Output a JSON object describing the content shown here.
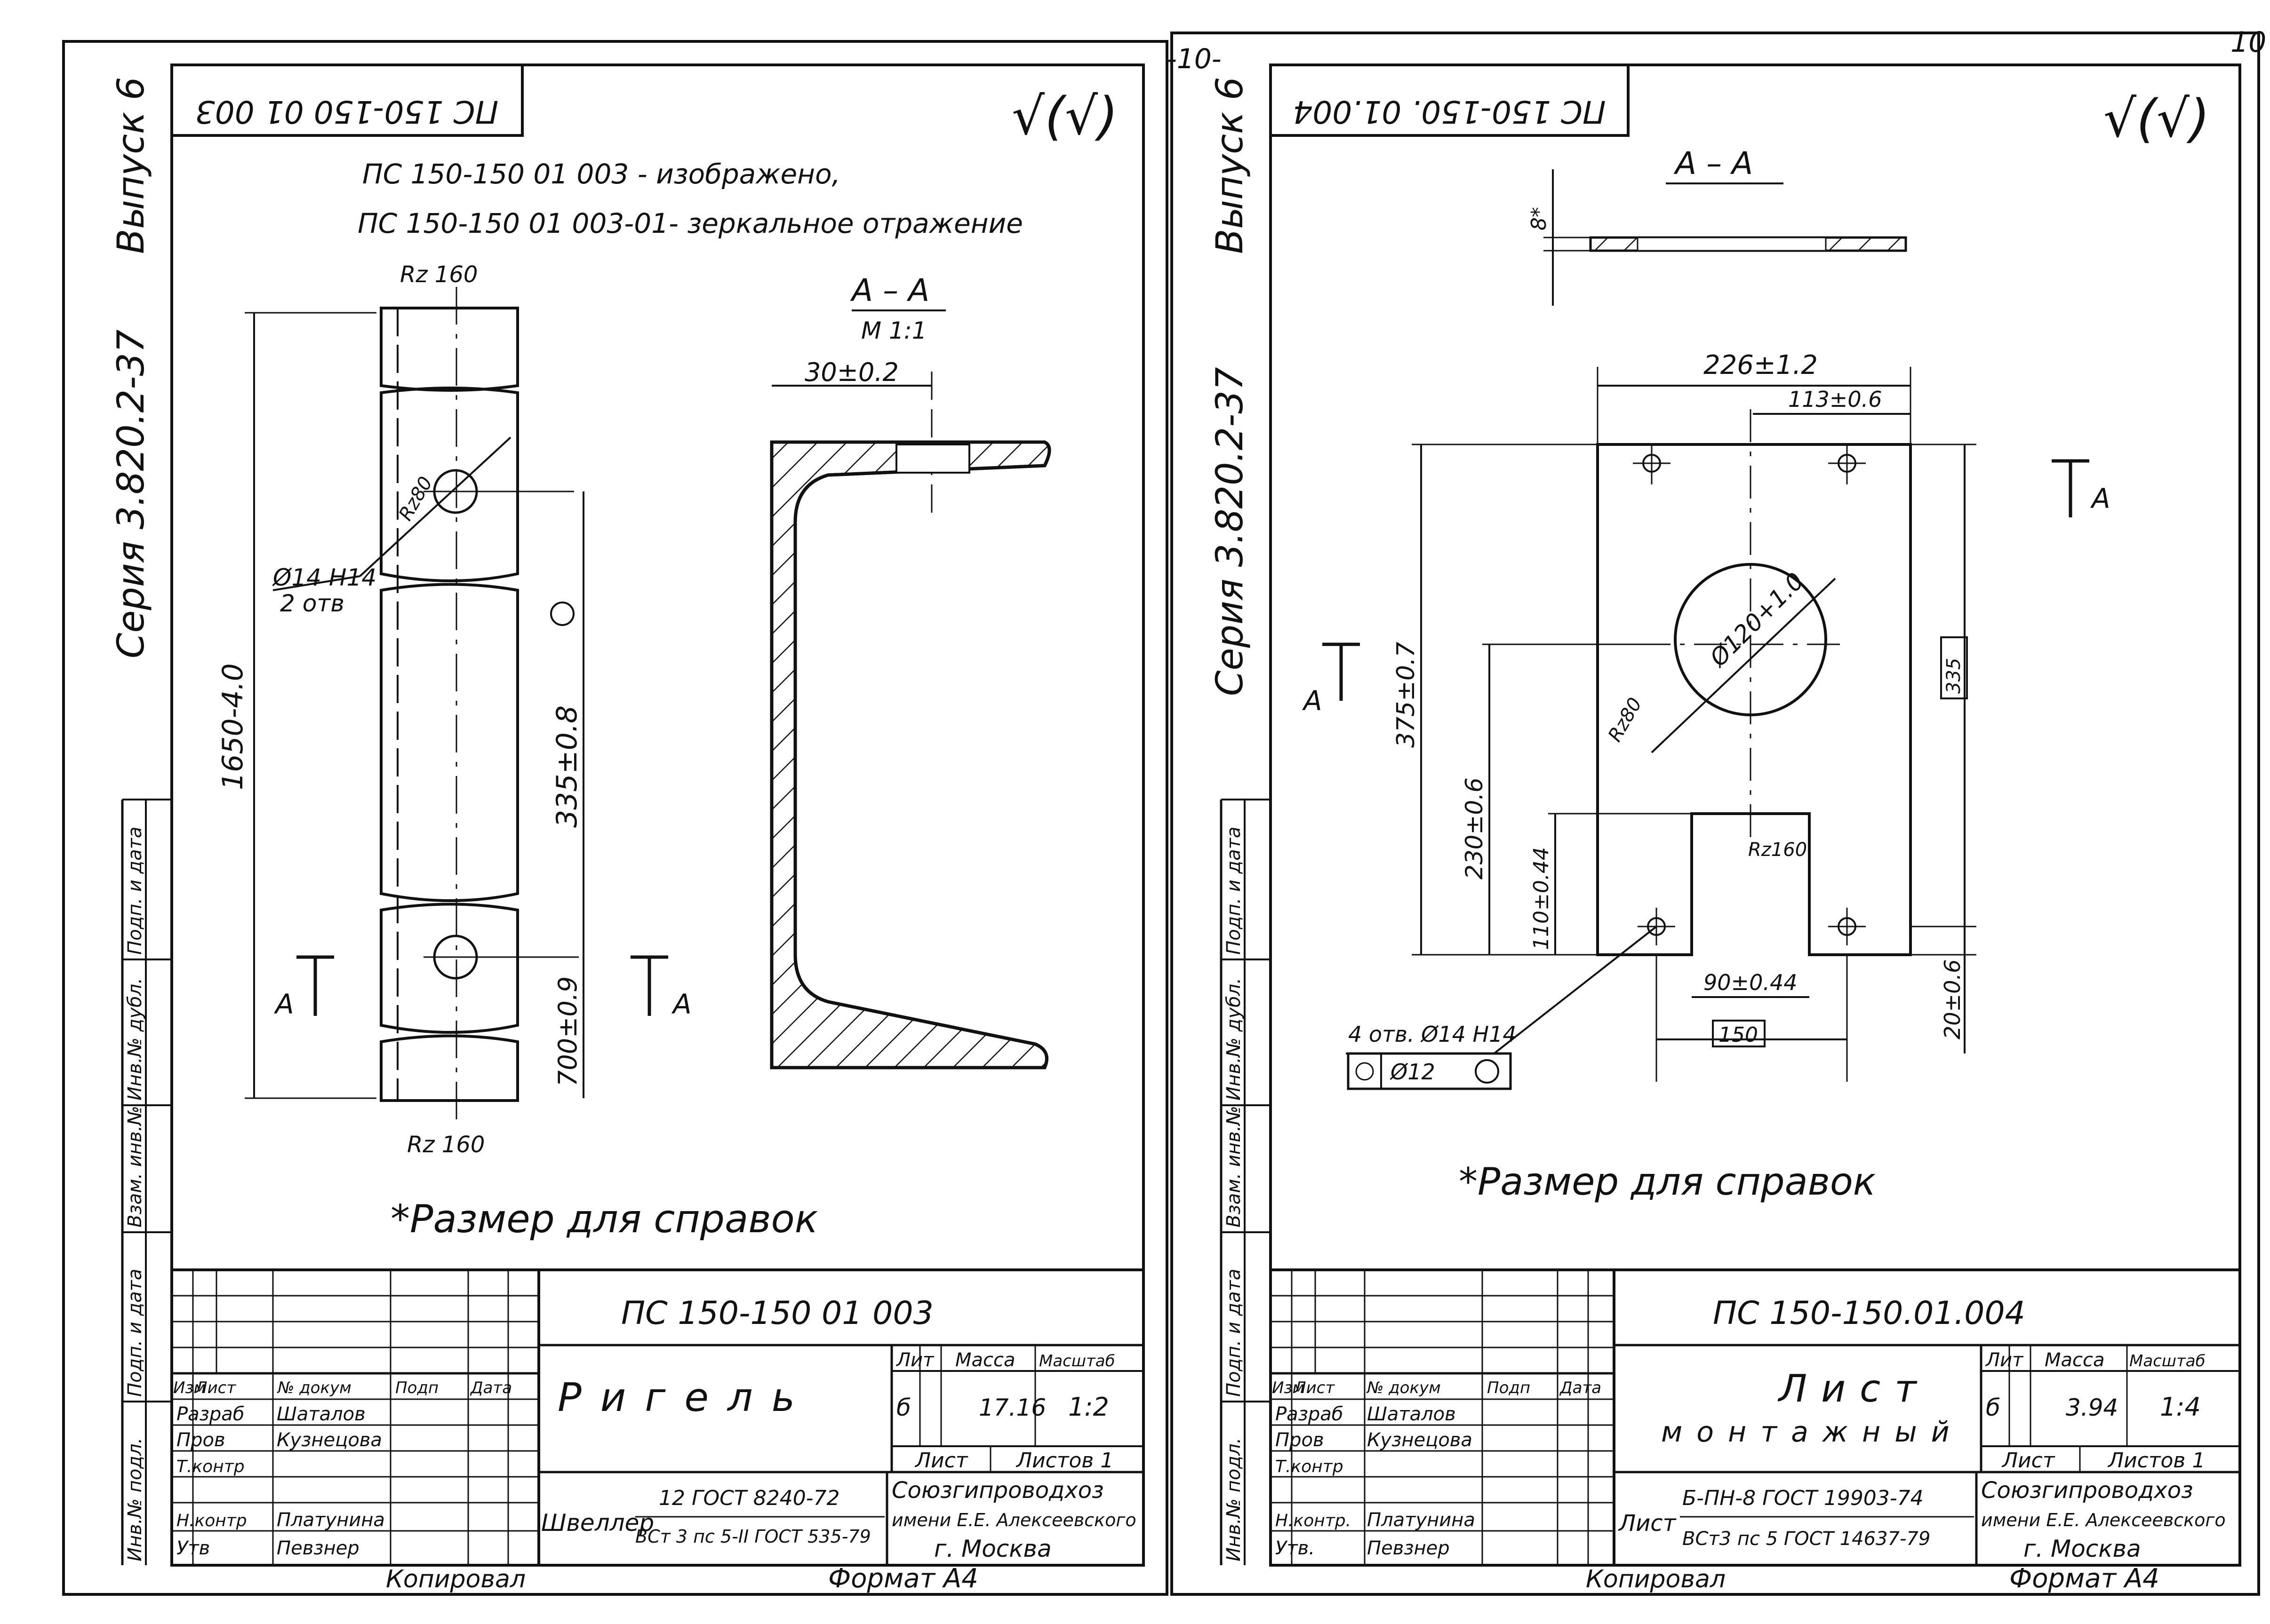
{
  "page_number": "10",
  "top_mark": "-10-",
  "left_sheet": {
    "series_side": "Серия 3.820.2-37",
    "issue_side": "Выпуск 6",
    "code_box": "ПС 150-150 01 003",
    "roughness_mark": "√(√)",
    "note_line1": "ПС 150-150 01 003 - изображено,",
    "note_line2": "ПС 150-150 01 003-01- зеркальное отражение",
    "rz_top": "Rz 160",
    "rz_bottom": "Rz 160",
    "rz_hole": "Rz80",
    "hole_label": "Ø14 H14",
    "hole_count": "2 отв",
    "dim_length": "1650-4.0",
    "dim_holes": "335±0.8",
    "dim_bottom": "700±0.9",
    "section_a_left": "A",
    "section_a_right": "A",
    "section_title": "A – A",
    "section_scale": "M 1:1",
    "dim_flange": "30±0.2",
    "footnote": "*Размер для справок",
    "tb_code": "ПС 150-150 01 003",
    "tb_name": "Ригель",
    "tb_lit": "б",
    "tb_mass": "17.16",
    "tb_scale": "1:2",
    "tb_sheet": "Лист",
    "tb_sheets": "Листов 1",
    "tb_org1": "Союзгипроводхоз",
    "tb_org2": "имени Е.Е. Алексеевского",
    "tb_org3": "г. Москва",
    "tb_material_word": "Швеллер",
    "tb_material_top": "12 ГОСТ 8240-72",
    "tb_material_bottom": "ВСт 3 пс 5-II ГОСТ 535-79",
    "roles": [
      {
        "role": "Разраб",
        "name": "Шаталов"
      },
      {
        "role": "Пров",
        "name": "Кузнецова"
      },
      {
        "role": "Т.контр",
        "name": ""
      },
      {
        "role": "",
        "name": ""
      },
      {
        "role": "Н.контр",
        "name": "Платунина"
      },
      {
        "role": "Утв",
        "name": "Певзнер"
      }
    ],
    "headers": {
      "izm": "Изм",
      "list": "Лист",
      "doc": "№ докум",
      "sign": "Подп",
      "date": "Дата",
      "lit": "Лит",
      "mass": "Масса",
      "scale": "Масштаб"
    },
    "side_stamps": [
      "Инв.№ подл.",
      "Подп. и дата",
      "Взам. инв.№",
      "Инв.№ дубл.",
      "Подп. и дата"
    ],
    "copied": "Копировал",
    "format": "Формат А4"
  },
  "right_sheet": {
    "series_side": "Серия 3.820.2-37",
    "issue_side": "Выпуск 6",
    "code_box": "ПС 150-150. 01.004",
    "roughness_mark": "√(√)",
    "section_title": "A – A",
    "dim_thk": "8*",
    "dim_width": "226±1.2",
    "dim_half": "113±0.6",
    "dim_height": "375±0.7",
    "dim_230": "230±0.6",
    "dim_110": "110±0.44",
    "dim_90": "90±0.44",
    "dim_150": "150",
    "dim_335": "335",
    "dim_20": "20±0.6",
    "big_hole": "Ø120+1.0",
    "rz_80": "Rz80",
    "rz_160": "Rz160",
    "holes_label": "4 отв. Ø14 H14",
    "position_box": "Ø12",
    "section_a_left": "A",
    "section_a_right": "A",
    "footnote": "*Размер для справок",
    "tb_code": "ПС 150-150.01.004",
    "tb_name1": "Лист",
    "tb_name2": "монтажный",
    "tb_lit": "б",
    "tb_mass": "3.94",
    "tb_scale": "1:4",
    "tb_sheet": "Лист",
    "tb_sheets": "Листов 1",
    "tb_org1": "Союзгипроводхоз",
    "tb_org2": "имени Е.Е. Алексеевского",
    "tb_org3": "г. Москва",
    "tb_material_word": "Лист",
    "tb_material_top": "Б-ПН-8 ГОСТ 19903-74",
    "tb_material_bottom": "ВСт3 пс 5 ГОСТ 14637-79",
    "roles": [
      {
        "role": "Разраб",
        "name": "Шаталов"
      },
      {
        "role": "Пров",
        "name": "Кузнецова"
      },
      {
        "role": "Т.контр",
        "name": ""
      },
      {
        "role": "",
        "name": ""
      },
      {
        "role": "Н.контр.",
        "name": "Платунина"
      },
      {
        "role": "Утв.",
        "name": "Певзнер"
      }
    ],
    "headers": {
      "izm": "Изм",
      "list": "Лист",
      "doc": "№ докум",
      "sign": "Подп",
      "date": "Дата",
      "lit": "Лит",
      "mass": "Масса",
      "scale": "Масштаб"
    },
    "side_stamps": [
      "Инв.№ подл.",
      "Подп. и дата",
      "Взам. инв.№",
      "Инв.№ дубл.",
      "Подп. и дата"
    ],
    "copied": "Копировал",
    "format": "Формат А4"
  }
}
